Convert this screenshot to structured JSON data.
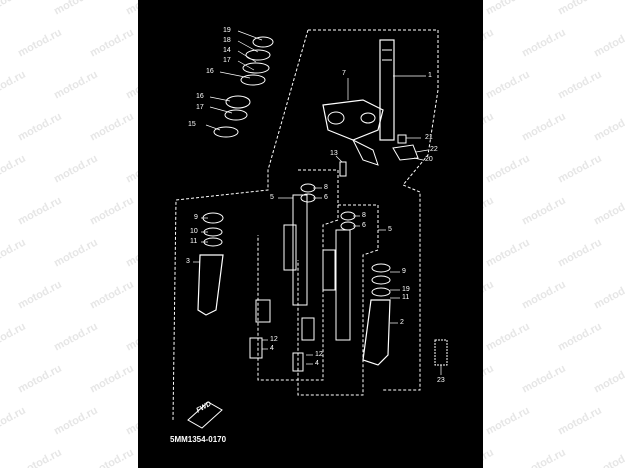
{
  "watermark": "motod.ru",
  "diagram": {
    "part_code": "5MM1354-0170",
    "fwd_label": "FWD",
    "labels": [
      {
        "id": "19a",
        "text": "19"
      },
      {
        "id": "18",
        "text": "18"
      },
      {
        "id": "14",
        "text": "14"
      },
      {
        "id": "17a",
        "text": "17"
      },
      {
        "id": "16a",
        "text": "16"
      },
      {
        "id": "16b",
        "text": "16"
      },
      {
        "id": "17b",
        "text": "17"
      },
      {
        "id": "15",
        "text": "15"
      },
      {
        "id": "7",
        "text": "7"
      },
      {
        "id": "1",
        "text": "1"
      },
      {
        "id": "21",
        "text": "21"
      },
      {
        "id": "22",
        "text": "22"
      },
      {
        "id": "20",
        "text": "20"
      },
      {
        "id": "13",
        "text": "13"
      },
      {
        "id": "5a",
        "text": "5"
      },
      {
        "id": "6a",
        "text": "6"
      },
      {
        "id": "8a",
        "text": "8"
      },
      {
        "id": "8b",
        "text": "8"
      },
      {
        "id": "6b",
        "text": "6"
      },
      {
        "id": "5b",
        "text": "5"
      },
      {
        "id": "9a",
        "text": "9"
      },
      {
        "id": "10a",
        "text": "10"
      },
      {
        "id": "11a",
        "text": "11"
      },
      {
        "id": "3",
        "text": "3"
      },
      {
        "id": "9b",
        "text": "9"
      },
      {
        "id": "19b",
        "text": "19"
      },
      {
        "id": "11b",
        "text": "11"
      },
      {
        "id": "2",
        "text": "2"
      },
      {
        "id": "12a",
        "text": "12"
      },
      {
        "id": "4a",
        "text": "4"
      },
      {
        "id": "12b",
        "text": "12"
      },
      {
        "id": "4b",
        "text": "4"
      },
      {
        "id": "23",
        "text": "23"
      }
    ]
  }
}
